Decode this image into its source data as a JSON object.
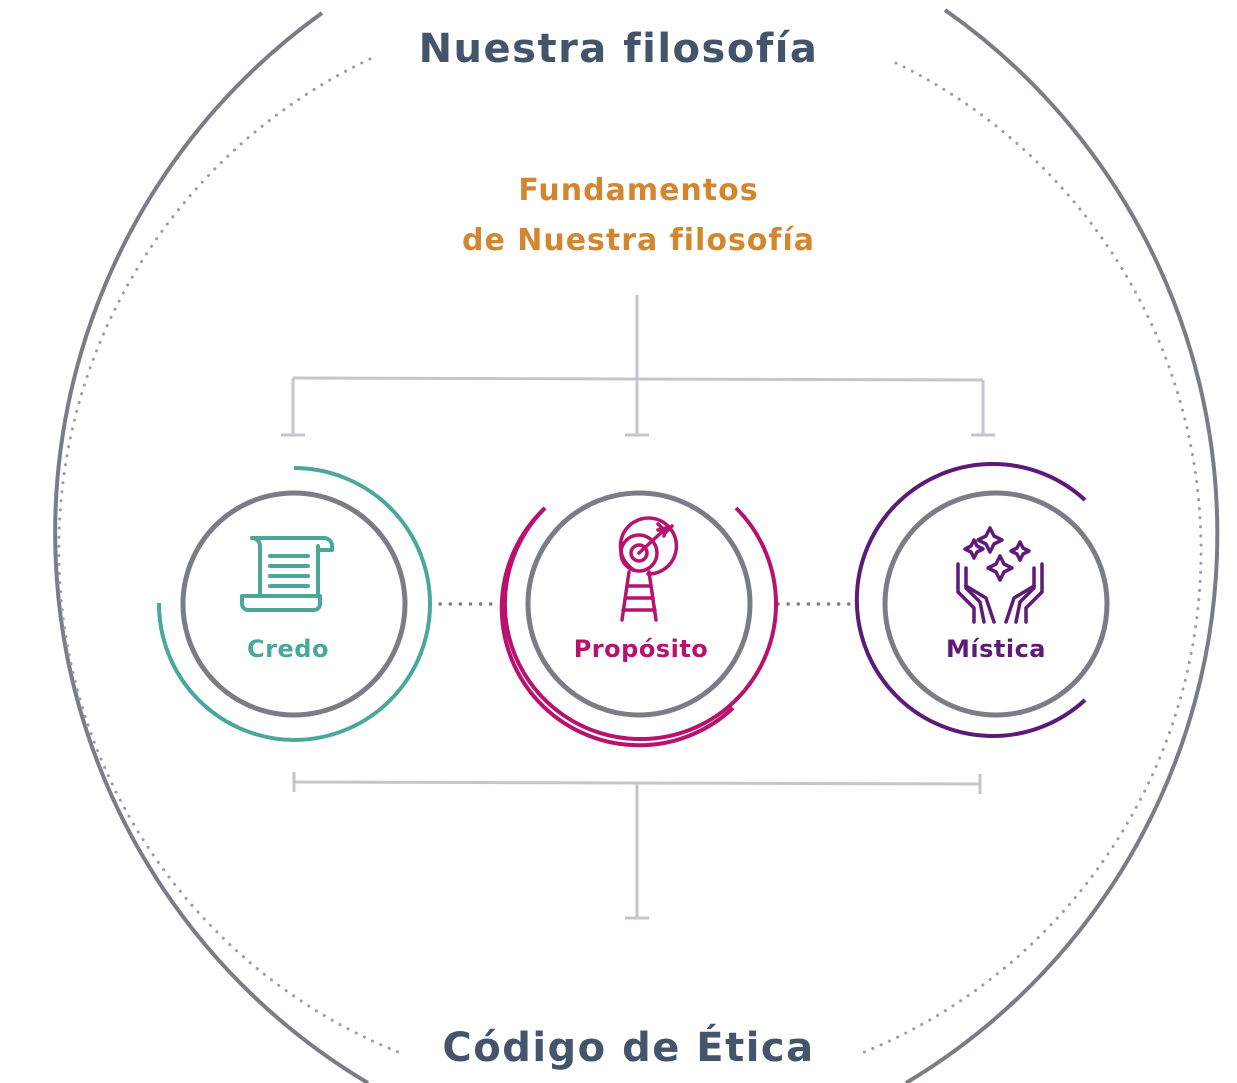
{
  "diagram": {
    "title": "Nuestra filosofía",
    "subtitle_line1": "Fundamentos",
    "subtitle_line2": "de Nuestra filosofía",
    "bottom_title": "Código de Ética",
    "nodes": [
      {
        "label": "Credo",
        "icon": "scroll-icon",
        "color": "#4aa89b"
      },
      {
        "label": "Propósito",
        "icon": "target-ladder-icon",
        "color": "#b8126e"
      },
      {
        "label": "Mística",
        "icon": "hands-sparkles-icon",
        "color": "#5e1a78"
      }
    ],
    "colors": {
      "title": "#44546a",
      "subtitle": "#d4862e",
      "outline": "#7a7d86",
      "connector": "#c5c6cc",
      "dots": "#9a9ca3"
    }
  }
}
